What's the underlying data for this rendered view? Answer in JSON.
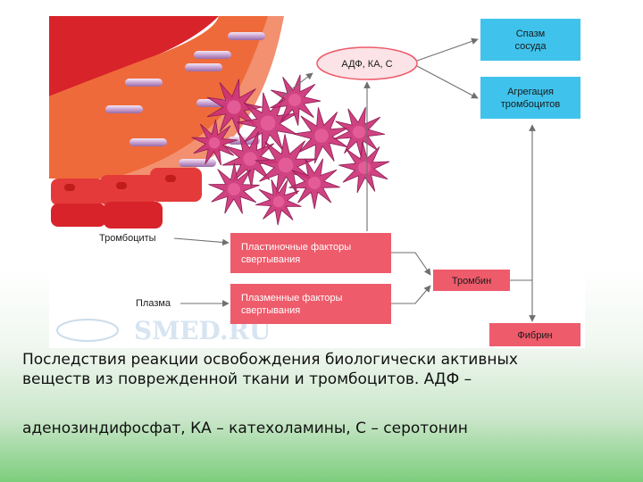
{
  "diagram": {
    "labels": {
      "mediators": "АДФ, КА, С",
      "spasm_line1": "Спазм",
      "spasm_line2": "сосуда",
      "aggregation_line1": "Агрегация",
      "aggregation_line2": "тромбоцитов",
      "platelet_factors_line1": "Пластиночные факторы",
      "platelet_factors_line2": "свертывания",
      "plasma_factors_line1": "Плазменные факторы",
      "plasma_factors_line2": "свертывания",
      "thrombin": "Тромбин",
      "fibrin": "Фибрин",
      "platelets": "Тромбоциты",
      "plasma": "Плазма"
    },
    "watermark": "SMED.RU",
    "colors": {
      "blue_box": "#3fc3ec",
      "pink_box": "#ee5b6b",
      "vessel_wall": "#e8302a",
      "platelet": "#cc3377"
    }
  },
  "caption": {
    "line1": "Последствия реакции освобождения биологически активных",
    "line2": "веществ из поврежденной ткани и тромбоцитов. АДФ –",
    "line3": "аденозиндифосфат, КА – катехоламины, С – серотонин"
  }
}
